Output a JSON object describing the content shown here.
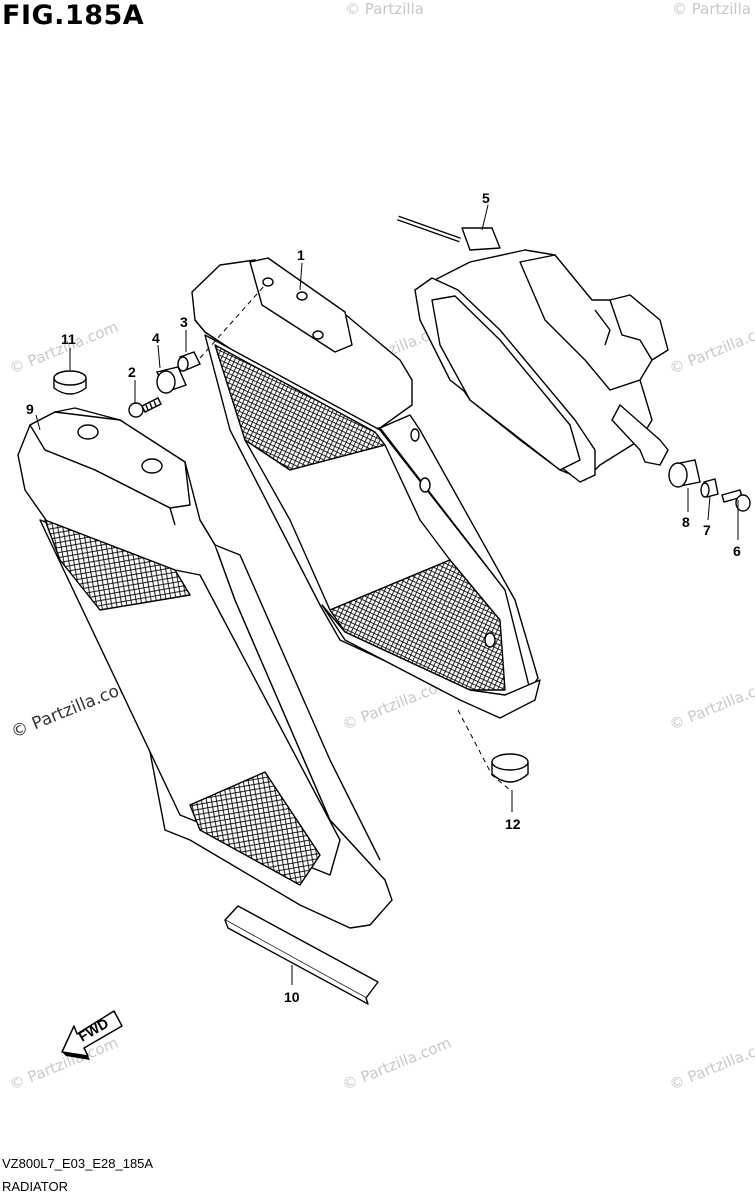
{
  "figure": {
    "title": "FIG.185A",
    "code": "VZ800L7_E03_E28_185A",
    "subtitle": "RADIATOR"
  },
  "callouts": [
    "1",
    "2",
    "3",
    "4",
    "5",
    "6",
    "7",
    "8",
    "9",
    "10",
    "11",
    "12"
  ],
  "watermark": {
    "light_text": "© Partzilla",
    "light_text_long": "© Partzilla.com",
    "dark_text": "© Partzilla.com"
  },
  "fwd_label": "FWD"
}
